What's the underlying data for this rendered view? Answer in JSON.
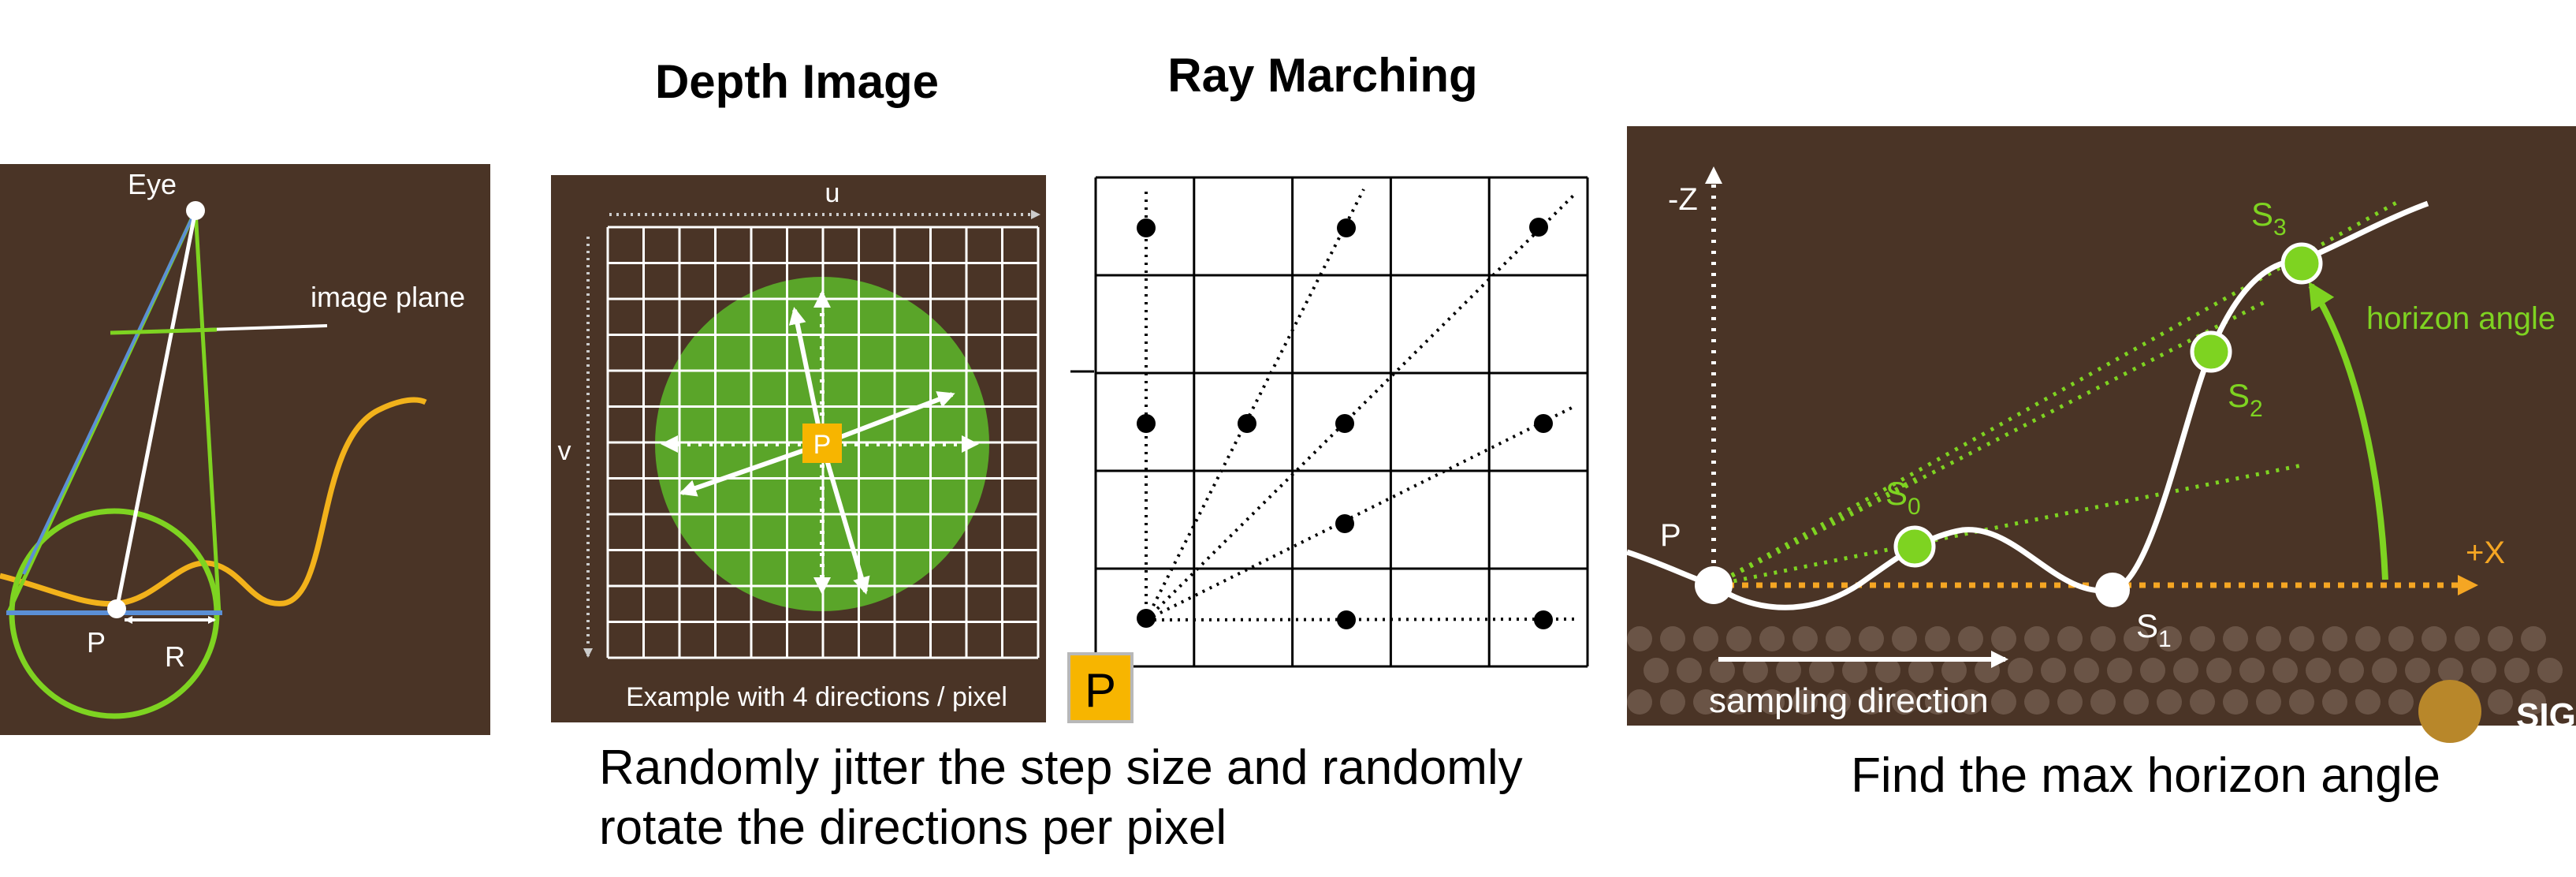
{
  "titles": {
    "depth_image": "Depth Image",
    "ray_marching": "Ray Marching"
  },
  "panel_left": {
    "eye_label": "Eye",
    "image_plane_label": "image plane",
    "p_label": "P",
    "r_label": "R"
  },
  "panel_depth": {
    "u_label": "u",
    "v_label": "v",
    "p_label": "P",
    "caption": "Example with 4 directions / pixel"
  },
  "panel_ray": {
    "p_badge": "P"
  },
  "caption_center": {
    "line1": "Randomly jitter the step size and randomly",
    "line2": "rotate the directions per pixel"
  },
  "panel_horizon": {
    "neg_z_label": "-Z",
    "pos_x_label": "+X",
    "p_label": "P",
    "s0_base": "S",
    "s0_sub": "0",
    "s1_base": "S",
    "s1_sub": "1",
    "s2_base": "S",
    "s2_sub": "2",
    "s3_base": "S",
    "s3_sub": "3",
    "horizon_angle_label": "horizon angle",
    "sampling_direction_label": "sampling direction",
    "logo_text": "SIG"
  },
  "caption_right": "Find the max horizon angle",
  "colors": {
    "panel_brown": "#4a3426",
    "green": "#7ed321",
    "green_fill": "#5aa529",
    "orange": "#f5a623",
    "yellow_curve": "#f2b21b",
    "badge": "#f7b500",
    "blue_line": "#5b8fd6"
  }
}
